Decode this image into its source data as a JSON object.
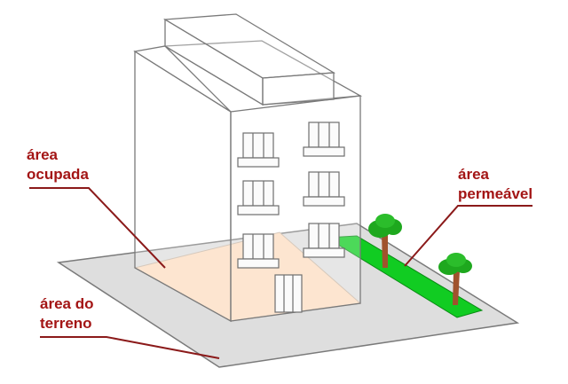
{
  "labels": {
    "occupied_area": [
      "área",
      "ocupada"
    ],
    "permeable_area": [
      "área",
      "permeável"
    ],
    "land_area": [
      "área do",
      "terreno"
    ]
  },
  "colors": {
    "label_text": "#a31515",
    "leader_line": "#8b1a1a",
    "land": "#dedede",
    "occupied": "#fcdcc0",
    "permeable": "#11cc22",
    "tree_canopy": "#1ea81e",
    "tree_trunk": "#a0522d",
    "building_stroke": "#7a7a7a"
  },
  "icons": {
    "tree": "tree-icon",
    "window": "window-icon",
    "door": "door-icon"
  }
}
